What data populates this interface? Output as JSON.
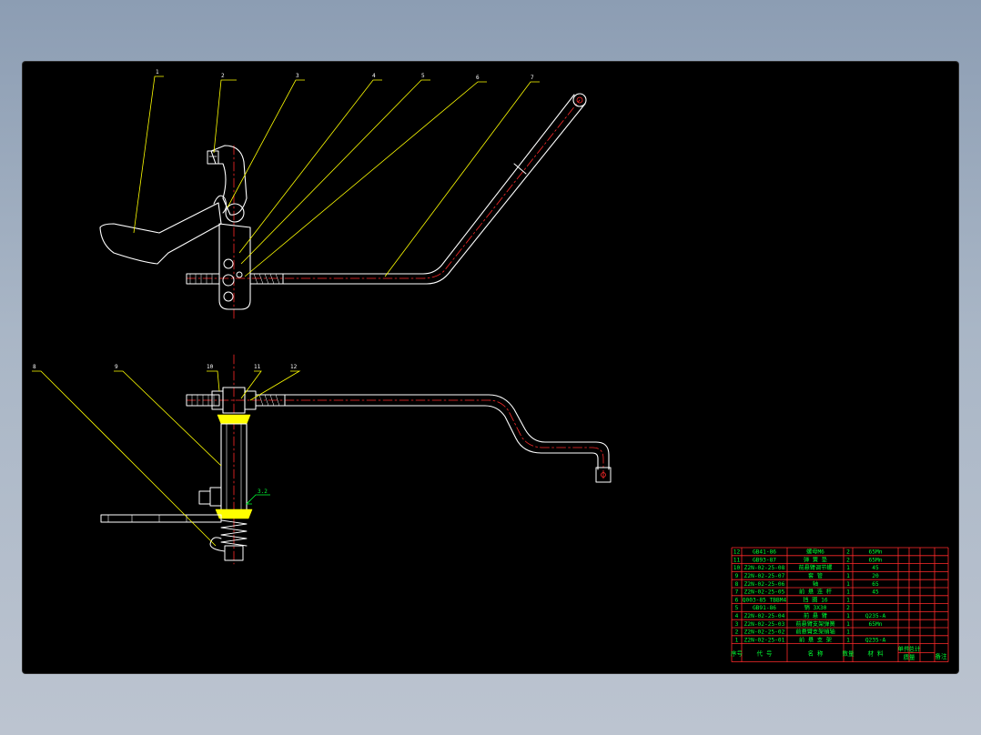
{
  "drawing": {
    "balloons": [
      "1",
      "2",
      "3",
      "4",
      "5",
      "6",
      "7",
      "8",
      "9",
      "10",
      "11",
      "12"
    ],
    "surface_mark": "3.2",
    "colors": {
      "background": "#000000",
      "outline": "#ffffff",
      "centerline": "#ff2a2a",
      "leader": "#ffff00",
      "table_border": "#ff2a2a",
      "table_text": "#00ff33",
      "fill_yellow": "#ffff00"
    }
  },
  "bom": {
    "rows": [
      {
        "no": "12",
        "code": "GB41-86",
        "name": "螺母M6",
        "qty": "2",
        "material": "65Mn"
      },
      {
        "no": "11",
        "code": "GB93-87",
        "name": "弹 簧 垫",
        "qty": "2",
        "material": "65Mn"
      },
      {
        "no": "10",
        "code": "Z2N-02-25-08",
        "name": "前悬臂调节螺",
        "qty": "1",
        "material": "45"
      },
      {
        "no": "9",
        "code": "Z2N-02-25-07",
        "name": "套 管",
        "qty": "1",
        "material": "20"
      },
      {
        "no": "8",
        "code": "Z2N-02-25-06",
        "name": "轴",
        "qty": "1",
        "material": "65"
      },
      {
        "no": "7",
        "code": "Z2N-02-25-05",
        "name": "前 悬 连 杆",
        "qty": "1",
        "material": "45"
      },
      {
        "no": "6",
        "code": "Q003-85 TBBM4",
        "name": "挡 圈 16",
        "qty": "1",
        "material": ""
      },
      {
        "no": "5",
        "code": "GB91-86",
        "name": "销 3X30",
        "qty": "2",
        "material": ""
      },
      {
        "no": "4",
        "code": "Z2N-02-25-04",
        "name": "前 悬 臂",
        "qty": "1",
        "material": "Q235-A"
      },
      {
        "no": "3",
        "code": "Z2N-02-25-03",
        "name": "前悬臂支架弹簧",
        "qty": "1",
        "material": "65Mn"
      },
      {
        "no": "2",
        "code": "Z2N-02-25-02",
        "name": "前悬臂支架销轴",
        "qty": "1",
        "material": ""
      },
      {
        "no": "1",
        "code": "Z2N-02-25-01",
        "name": "前 悬 支 架",
        "qty": "1",
        "material": "Q235-A"
      }
    ],
    "header": {
      "no": "序号",
      "code": "代  号",
      "name": "名  称",
      "qty": "数量",
      "material": "材  料",
      "single": "单件",
      "total": "总计",
      "weight": "质量",
      "remark": "备注"
    }
  }
}
